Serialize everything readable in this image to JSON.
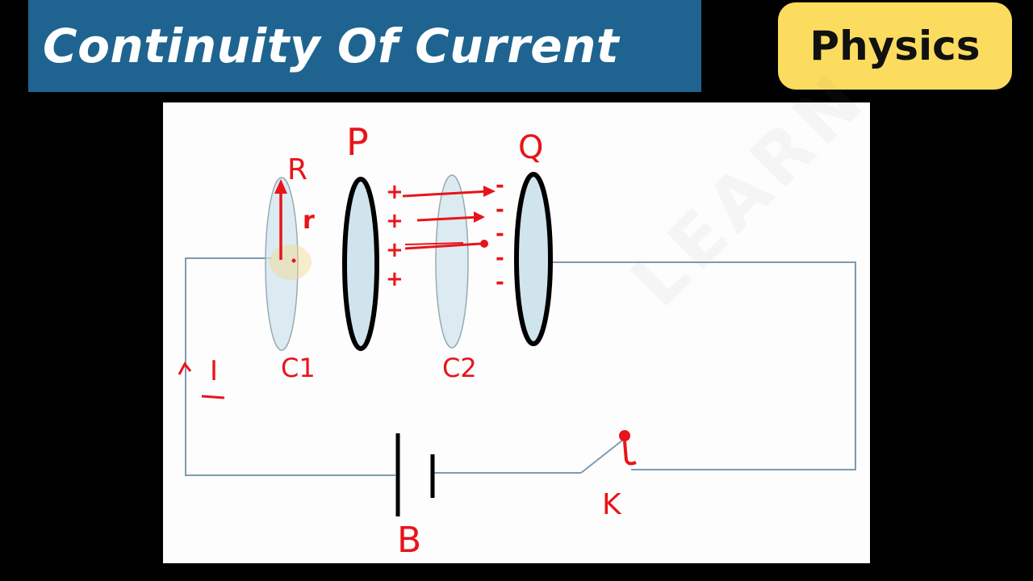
{
  "header": {
    "title": "Continuity Of Current",
    "badge": "Physics"
  },
  "diagram": {
    "labels": {
      "plate_p": "P",
      "plate_q": "Q",
      "surface_r": "R",
      "radius": "r",
      "surface_c1": "C1",
      "surface_c2": "C2",
      "current": "I",
      "battery": "B",
      "key": "K"
    },
    "positive_charges": [
      "+",
      "+",
      "+",
      "+"
    ],
    "negative_charges": [
      "-",
      "-",
      "-",
      "-",
      "-"
    ],
    "watermark": "LEARN"
  },
  "colors": {
    "banner": "#1f6490",
    "badge": "#fcdc5e",
    "ink_red": "#e8141b",
    "plate_fill": "#cfe4ec"
  }
}
